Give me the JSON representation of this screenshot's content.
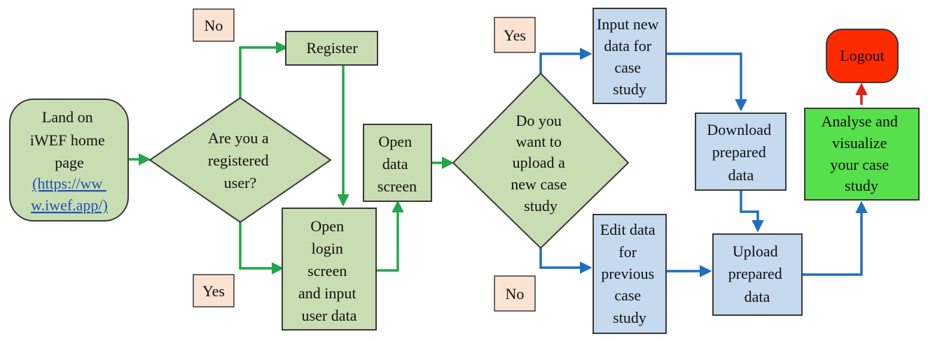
{
  "colors": {
    "green_fill": "#c9ddb3",
    "green_stroke": "#3a3a3a",
    "blue_fill": "#c5d9ef",
    "label_fill": "#fbe3d4",
    "green_arrow": "#22a64a",
    "blue_arrow": "#1f6fbf",
    "red_arrow": "#e0201b",
    "bright_green_fill": "#56e04b",
    "red_fill": "#ff2b00",
    "link_color": "#1f4fb4"
  },
  "nodes": {
    "land": [
      "Land on",
      "iWEF home",
      "page"
    ],
    "land_link": [
      "(https://ww",
      "w.iwef.app/)"
    ],
    "registered_q": [
      "Are you a",
      "registered",
      "user?"
    ],
    "register": [
      "Register"
    ],
    "login": [
      "Open",
      "login",
      "screen",
      "and input",
      "user data"
    ],
    "open_data": [
      "Open",
      "data",
      "screen"
    ],
    "upload_q": [
      "Do you",
      "want to",
      "upload a",
      "new case",
      "study"
    ],
    "input_new": [
      "Input new",
      "data for",
      "case",
      "study"
    ],
    "edit_data": [
      "Edit data",
      "for",
      "previous",
      "case",
      "study"
    ],
    "download": [
      "Download",
      "prepared",
      "data"
    ],
    "upload_prepared": [
      "Upload",
      "prepared",
      "data"
    ],
    "analyse": [
      "Analyse and",
      "visualize",
      "your case",
      "study"
    ],
    "logout": [
      "Logout"
    ]
  },
  "labels": {
    "no_top": "No",
    "yes_bottom": "Yes",
    "yes_top": "Yes",
    "no_bottom": "No"
  }
}
